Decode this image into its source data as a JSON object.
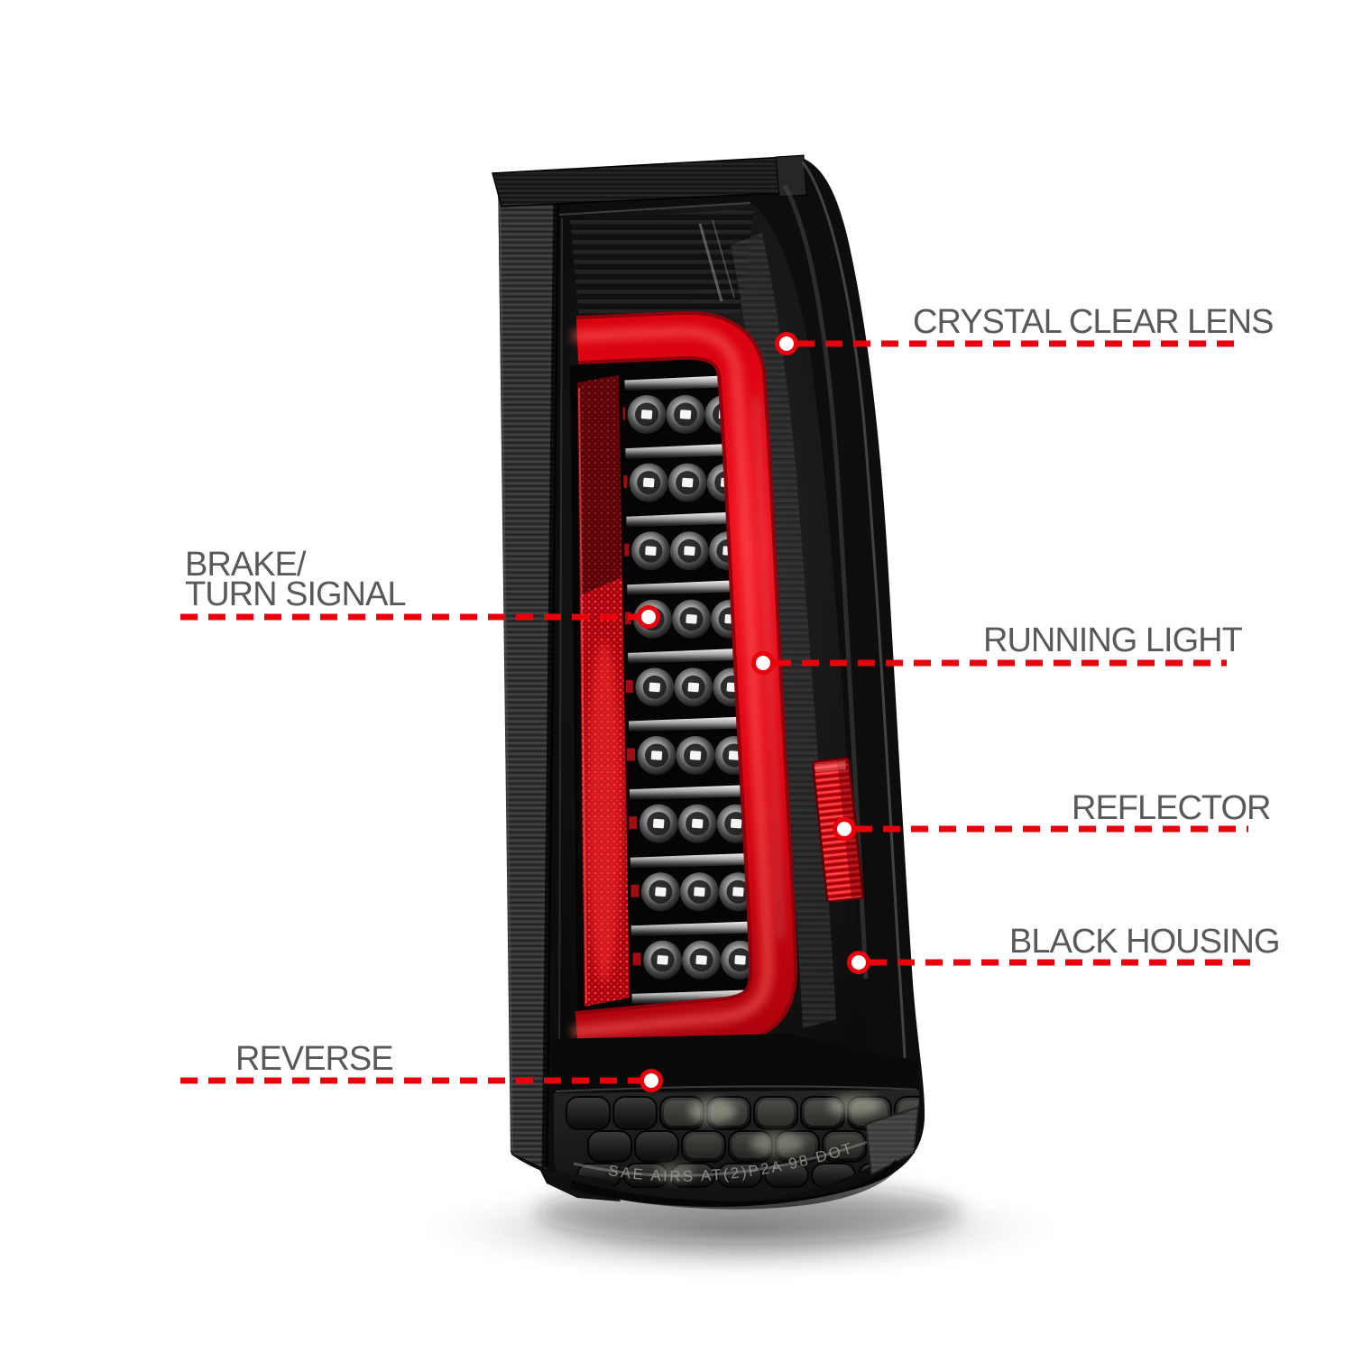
{
  "title": "LED tail light feature callout diagram",
  "colors": {
    "background": "#ffffff",
    "label_text": "#58595b",
    "callout_red": "#e8000d",
    "tube_red": "#e20613",
    "housing_black": "#0e0e0e",
    "reflector_red": "#d00814"
  },
  "callouts": [
    {
      "id": "crystal-clear-lens",
      "label": "CRYSTAL CLEAR LENS",
      "side": "right"
    },
    {
      "id": "brake-turn-signal",
      "lines": [
        "BRAKE/",
        "TURN SIGNAL"
      ],
      "side": "left"
    },
    {
      "id": "running-light",
      "label": "RUNNING LIGHT",
      "side": "right"
    },
    {
      "id": "reflector",
      "label": "REFLECTOR",
      "side": "right"
    },
    {
      "id": "black-housing",
      "label": "BLACK HOUSING",
      "side": "right"
    },
    {
      "id": "reverse",
      "label": "REVERSE",
      "side": "left"
    }
  ],
  "product": {
    "type": "LED Tail Light",
    "lens_text": "SAE AIRS AT(2)P2A 98 DOT"
  }
}
